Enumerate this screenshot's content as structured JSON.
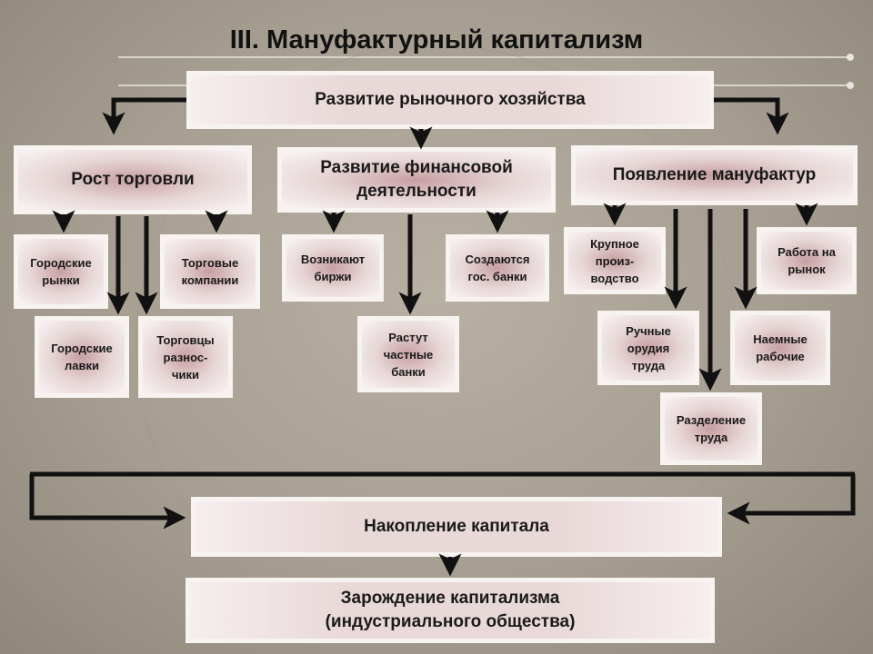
{
  "title": "III. Мануфактурный капитализм",
  "top": "Развитие рыночного хозяйства",
  "branches": {
    "trade": "Рост торговли",
    "finance": "Развитие финансовой деятельности",
    "manufacture": "Появление мануфактур"
  },
  "trade_items": {
    "city_markets": "Городские рынки",
    "trade_companies": "Торговые компании",
    "city_shops": "Городские лавки",
    "peddlers": "Торговцы разнос- чики"
  },
  "finance_items": {
    "exchanges": "Возникают биржи",
    "state_banks": "Создаются гос. банки",
    "private_banks": "Растут частные банки"
  },
  "manufacture_items": {
    "large_production": "Крупное произ- водство",
    "market_work": "Работа на рынок",
    "hand_tools": "Ручные орудия труда",
    "hired_workers": "Наемные рабочие",
    "division_labor": "Разделение труда"
  },
  "accumulation": "Накопление капитала",
  "origin": "Зарождение капитализма (индустриального общества)"
}
